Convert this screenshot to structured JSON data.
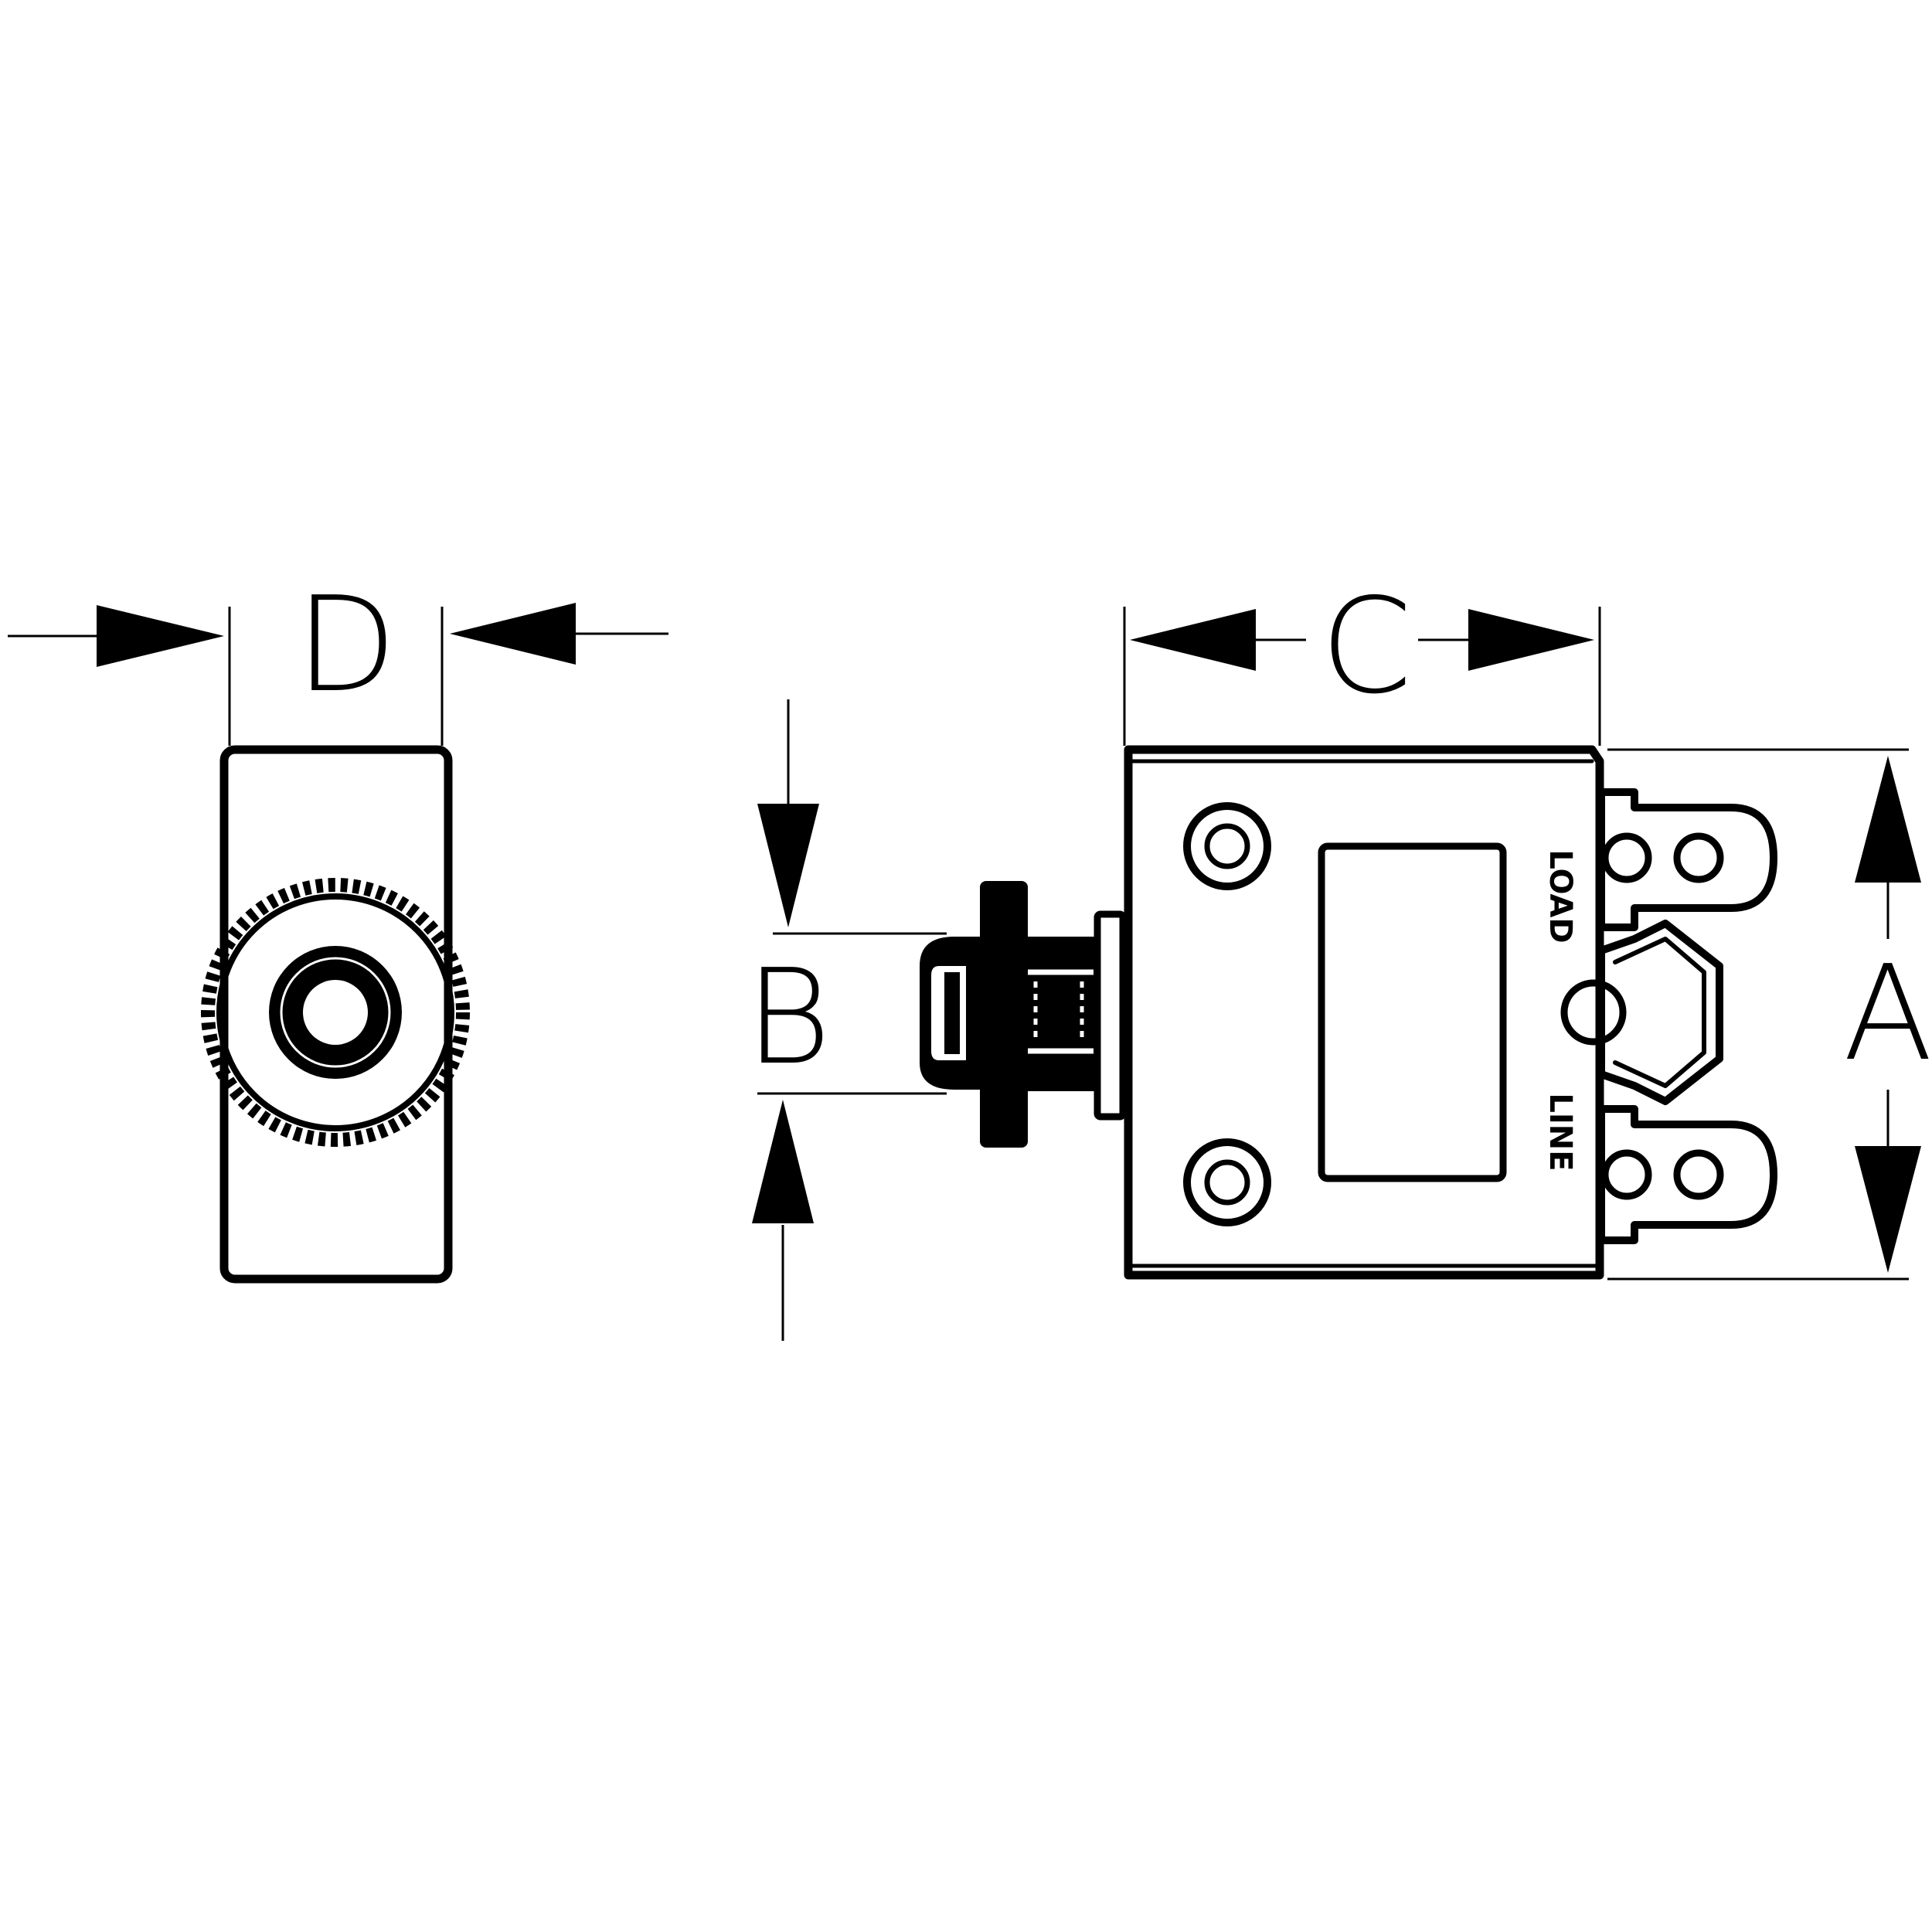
{
  "dimensions": {
    "a_label": "A",
    "b_label": "B",
    "c_label": "C",
    "d_label": "D"
  },
  "terminals": {
    "load_label": "LOAD",
    "line_label": "LINE"
  },
  "colors": {
    "ink": "#000000",
    "background": "#ffffff"
  }
}
